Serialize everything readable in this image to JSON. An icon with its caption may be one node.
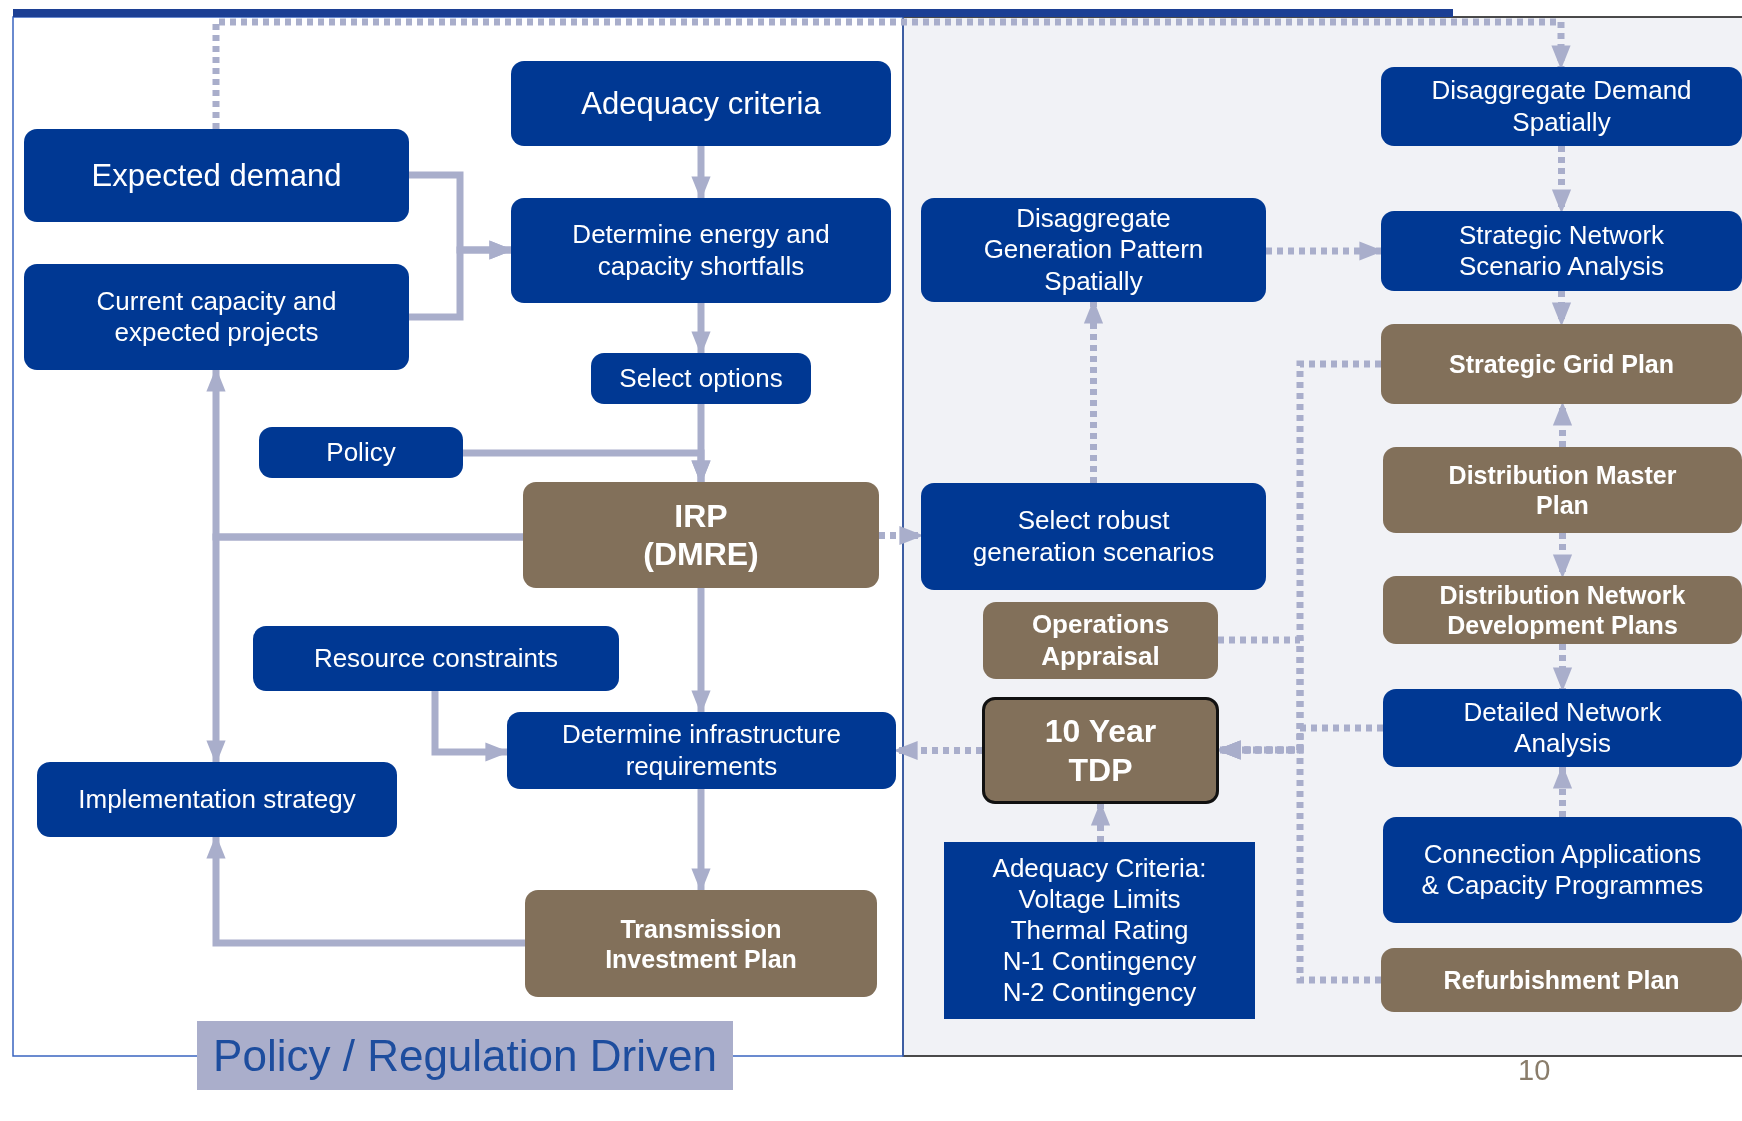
{
  "diagram": {
    "nodes": [
      {
        "text": [
          "Expected demand"
        ]
      },
      {
        "text": [
          "Current capacity and expected projects"
        ]
      },
      {
        "text": [
          "Adequacy criteria"
        ]
      },
      {
        "text": [
          "Determine energy and capacity shortfalls"
        ]
      },
      {
        "text": [
          "Select options"
        ]
      },
      {
        "text": [
          "Policy"
        ]
      },
      {
        "text": [
          "IRP",
          "(DMRE)"
        ]
      },
      {
        "text": [
          "Resource constraints"
        ]
      },
      {
        "text": [
          "Determine infrastructure requirements"
        ]
      },
      {
        "text": [
          "Implementation strategy"
        ]
      },
      {
        "text": [
          "Transmission Investment Plan"
        ]
      },
      {
        "text": [
          "Disaggregate Demand Spatially"
        ]
      },
      {
        "text": [
          "Disaggregate Generation Pattern Spatially"
        ]
      },
      {
        "text": [
          "Strategic Network Scenario Analysis"
        ]
      },
      {
        "text": [
          "Strategic Grid Plan"
        ]
      },
      {
        "text": [
          "Select robust generation scenarios"
        ]
      },
      {
        "text": [
          "Distribution Master Plan"
        ]
      },
      {
        "text": [
          "Operations Appraisal"
        ]
      },
      {
        "text": [
          "Distribution Network Development Plans"
        ]
      },
      {
        "text": [
          "10 Year",
          "TDP"
        ]
      },
      {
        "text": [
          "Detailed Network Analysis"
        ]
      },
      {
        "text": [
          "Adequacy Criteria:",
          "Voltage Limits",
          "Thermal Rating",
          "N-1 Contingency",
          "N-2 Contingency"
        ]
      },
      {
        "text": [
          "Connection Applications & Capacity Programmes"
        ]
      },
      {
        "text": [
          "Refurbishment Plan"
        ]
      }
    ],
    "edges": [
      {
        "from": 0,
        "to": 3,
        "arrow": "to"
      },
      {
        "from": 1,
        "to": 3,
        "arrow": "to"
      },
      {
        "from": 2,
        "to": 3,
        "arrow": "to"
      },
      {
        "from": 3,
        "to": 4,
        "arrow": "to"
      },
      {
        "from": 4,
        "to": 6,
        "arrow": "to"
      },
      {
        "from": 5,
        "to": 6,
        "arrow": "to"
      },
      {
        "from": 6,
        "to": 1,
        "arrow": "to"
      },
      {
        "from": 6,
        "to": 9,
        "arrow": "to"
      },
      {
        "from": 6,
        "to": 8,
        "arrow": "to"
      },
      {
        "from": 7,
        "to": 8,
        "arrow": "to"
      },
      {
        "from": 8,
        "to": 10,
        "arrow": "to"
      },
      {
        "from": 10,
        "to": 9,
        "arrow": "to"
      },
      {
        "from": 0,
        "to": 11,
        "arrow": "to",
        "style": "dashed"
      },
      {
        "from": 11,
        "to": 13,
        "arrow": "to",
        "style": "dashed"
      },
      {
        "from": 12,
        "to": 13,
        "arrow": "to",
        "style": "dashed"
      },
      {
        "from": 13,
        "to": 14,
        "arrow": "to",
        "style": "dashed"
      },
      {
        "from": 15,
        "to": 12,
        "arrow": "to",
        "style": "dashed"
      },
      {
        "from": 6,
        "to": 15,
        "arrow": "to",
        "style": "dashed"
      },
      {
        "from": 16,
        "to": 14,
        "arrow": "to",
        "style": "dashed"
      },
      {
        "from": 16,
        "to": 18,
        "arrow": "to",
        "style": "dashed"
      },
      {
        "from": 18,
        "to": 20,
        "arrow": "to",
        "style": "dashed"
      },
      {
        "from": 22,
        "to": 20,
        "arrow": "to",
        "style": "dashed"
      },
      {
        "from": 14,
        "to": 19,
        "arrow": "to",
        "style": "dashed"
      },
      {
        "from": 17,
        "to": 19,
        "arrow": "to",
        "style": "dashed"
      },
      {
        "from": 20,
        "to": 19,
        "arrow": "to",
        "style": "dashed"
      },
      {
        "from": 23,
        "to": 19,
        "arrow": "to",
        "style": "dashed"
      },
      {
        "from": 19,
        "to": 8,
        "arrow": "to",
        "style": "dashed"
      },
      {
        "from": 21,
        "to": 19,
        "arrow": "to",
        "style": "dashed"
      }
    ],
    "labels": [
      "Policy / Regulation Driven",
      "10"
    ]
  }
}
